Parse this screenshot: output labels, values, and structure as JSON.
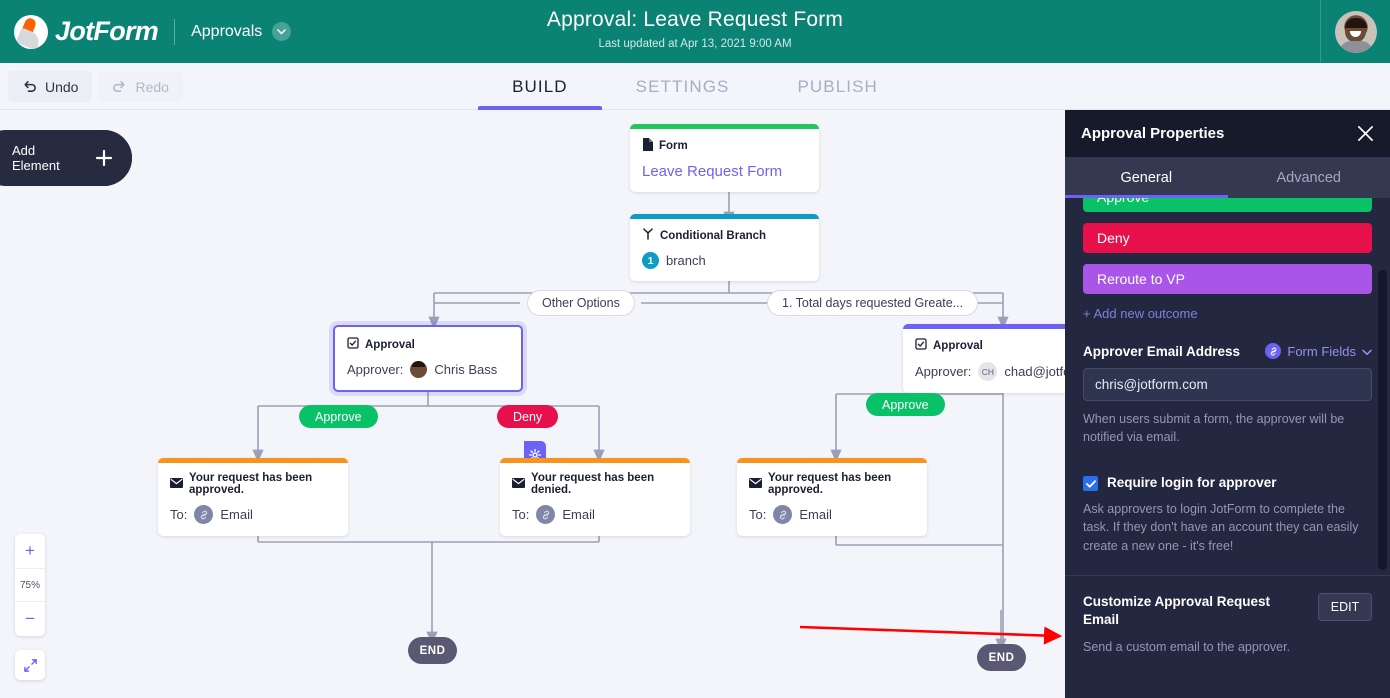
{
  "header": {
    "brand": "JotForm",
    "section": "Approvals",
    "title": "Approval: Leave Request Form",
    "subtitle": "Last updated at Apr 13, 2021 9:00 AM"
  },
  "toolbar": {
    "undo": "Undo",
    "redo": "Redo",
    "tabs": [
      {
        "label": "BUILD",
        "active": true
      },
      {
        "label": "SETTINGS",
        "active": false
      },
      {
        "label": "PUBLISH",
        "active": false
      }
    ]
  },
  "canvas": {
    "add_element": "Add Element",
    "zoom_level": "75%",
    "zoom_in": "+",
    "zoom_out": "−",
    "nodes": {
      "form": {
        "type": "Form",
        "name": "Leave Request Form",
        "bar_color": "#22c55e"
      },
      "branch": {
        "type": "Conditional Branch",
        "count": "1",
        "count_label": "branch",
        "bar_color": "#0d9dc4"
      },
      "approval_left": {
        "type": "Approval",
        "approver_label": "Approver:",
        "approver": "Chris Bass",
        "bar_color": "#6c63f5"
      },
      "approval_right": {
        "type": "Approval",
        "approver_label": "Approver:",
        "approver_initials": "CH",
        "approver": "chad@jotform.co",
        "bar_color": "#6c63f5"
      },
      "email_approved_left": {
        "subject": "Your request has been approved.",
        "to_label": "To:",
        "to_value": "Email",
        "bar_color": "#f7941e"
      },
      "email_denied": {
        "subject": "Your request has been denied.",
        "to_label": "To:",
        "to_value": "Email",
        "bar_color": "#f7941e"
      },
      "email_approved_right": {
        "subject": "Your request has been approved.",
        "to_label": "To:",
        "to_value": "Email",
        "bar_color": "#f7941e"
      }
    },
    "branch_labels": {
      "other": "Other Options",
      "condition": "1. Total days requested Greate..."
    },
    "chips": {
      "approve_left": "Approve",
      "deny": "Deny",
      "approve_right": "Approve"
    },
    "end_nodes": {
      "left": "END",
      "right": "END"
    }
  },
  "panel": {
    "title": "Approval Properties",
    "tabs": [
      {
        "label": "General",
        "active": true
      },
      {
        "label": "Advanced",
        "active": false
      }
    ],
    "outcomes": [
      {
        "label": "Approve",
        "color": "#09c268"
      },
      {
        "label": "Deny",
        "color": "#e8104a"
      },
      {
        "label": "Reroute to VP",
        "color": "#a855e8"
      }
    ],
    "add_outcome": "+ Add new outcome",
    "email_section": {
      "label": "Approver Email Address",
      "form_fields": "Form Fields",
      "value": "chris@jotform.com",
      "hint": "When users submit a form, the approver will be notified via email."
    },
    "require_login": {
      "label": "Require login for approver",
      "checked": true,
      "hint": "Ask approvers to login JotForm to complete the task. If they don't have an account they can easily create a new one - it's free!"
    },
    "customize": {
      "title": "Customize Approval Request Email",
      "edit": "EDIT",
      "hint": "Send a custom email to the approver."
    }
  }
}
